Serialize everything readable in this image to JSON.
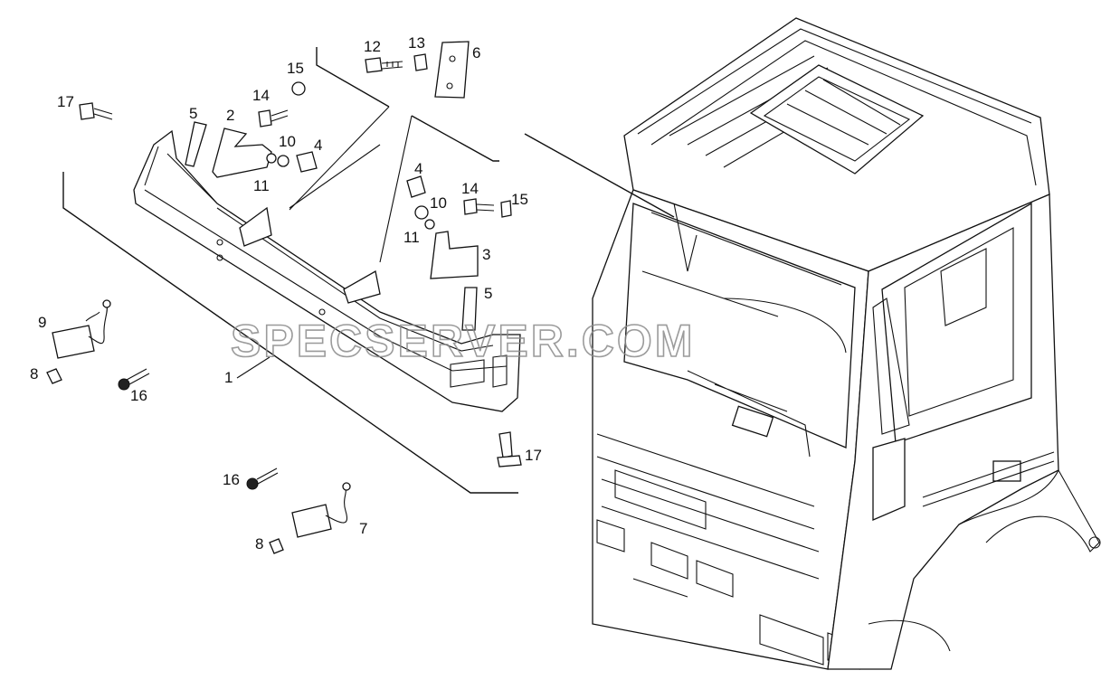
{
  "watermark": "SPECSERVER.COM",
  "callouts": {
    "c1": "1",
    "c2": "2",
    "c3": "3",
    "c4a": "4",
    "c4b": "4",
    "c5a": "5",
    "c5b": "5",
    "c6": "6",
    "c7": "7",
    "c8a": "8",
    "c8b": "8",
    "c9": "9",
    "c10a": "10",
    "c10b": "10",
    "c11a": "11",
    "c11b": "11",
    "c12": "12",
    "c13": "13",
    "c14a": "14",
    "c14b": "14",
    "c15a": "15",
    "c15b": "15",
    "c16a": "16",
    "c16b": "16",
    "c17a": "17",
    "c17b": "17"
  }
}
